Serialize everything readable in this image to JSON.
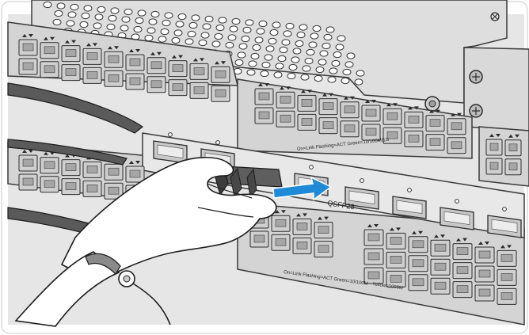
{
  "labels": {
    "port_type": "QSFP28",
    "legend_top": "On=Link Flashing=ACT Green=10/100M/1G",
    "legend_bottom": "On=Link Flashing=ACT Green=10/100M",
    "legend_bottom_2": "Yellow=1000M"
  },
  "colors": {
    "chassis": "#e4e4e4",
    "panel": "#d6d6d6",
    "outline": "#2a2a2a",
    "port_fill": "#d2d2d2",
    "port_inner": "#a8a8a8",
    "arrow": "#1f8bd6",
    "module": "#5c5c5c",
    "hand": "#ffffff"
  }
}
